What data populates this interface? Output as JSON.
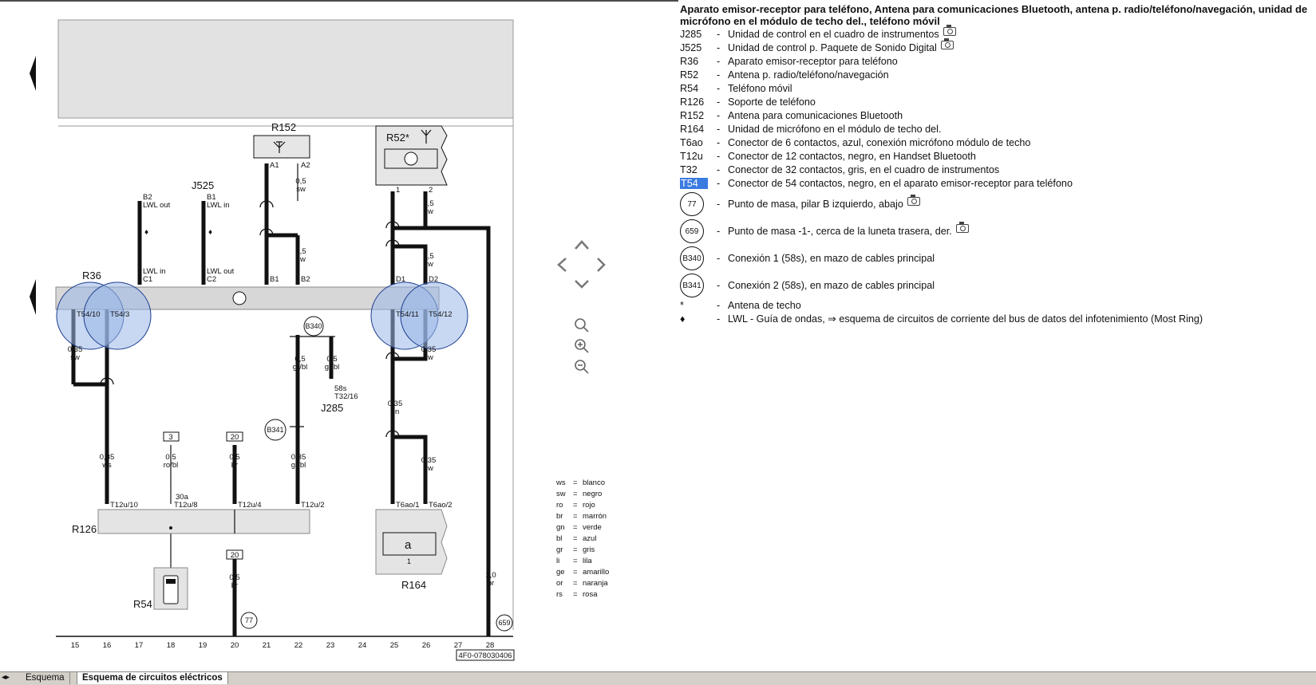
{
  "diagram": {
    "title_code": "4F0-078030406",
    "components": {
      "R36": "R36",
      "J525": "J525",
      "R152": "R152",
      "R52": "R52*",
      "J285": "J285",
      "R126": "R126",
      "R54": "R54",
      "R164": "R164"
    },
    "module_a_label": "a",
    "module_one": "1",
    "bottom_numbers": [
      "15",
      "16",
      "17",
      "18",
      "19",
      "20",
      "21",
      "22",
      "23",
      "24",
      "25",
      "26",
      "27",
      "28"
    ],
    "pins": {
      "b2_lwl_out": "B2",
      "lwl_out": "LWL out",
      "b1_lwl_in": "B1",
      "lwl_in": "LWL in",
      "lwl_in_c1": "LWL in",
      "c1": "C1",
      "lwl_out_c2": "LWL out",
      "c2": "C2",
      "a1": "A1",
      "a2": "A2",
      "b1": "B1",
      "b2": "B2",
      "d1": "D1",
      "d2": "D2",
      "r52_1": "1",
      "r52_2": "2",
      "t54_10": "T54/10",
      "t54_3": "T54/3",
      "t54_11": "T54/11",
      "t54_12": "T54/12",
      "t12u_10": "T12u/10",
      "t12u_8": "T12u/8",
      "t12u_4": "T12u/4",
      "t12u_2": "T12u/2",
      "t6ao_1": "T6ao/1",
      "t6ao_2": "T6ao/2",
      "s30a": "30a",
      "s58s": "58s",
      "t32_16": "T32/16"
    },
    "wires": {
      "w_a2": [
        "0,5",
        "sw"
      ],
      "w_b2": [
        "0,5",
        "sw"
      ],
      "w_r52_2": [
        "0,5",
        "sw"
      ],
      "w_d2": [
        "0,5",
        "sw"
      ],
      "w_t54_10": [
        "0,35",
        "sw"
      ],
      "w_t54_12": [
        "0,35",
        "sw"
      ],
      "w_b340_a": [
        "0,5",
        "gr/bl"
      ],
      "w_b340_b": [
        "0,5",
        "gr/bl"
      ],
      "w_t54_11": [
        "0,35",
        "gn"
      ],
      "w_16": [
        "0,35",
        "ws"
      ],
      "w_18": [
        "0,5",
        "ro/bl"
      ],
      "w_20": [
        "0,5",
        "br"
      ],
      "w_22": [
        "0,35",
        "gr/bl"
      ],
      "w_26": [
        "0,35",
        "sw"
      ],
      "w_20b": [
        "0,5",
        "br"
      ],
      "w_28": [
        "1,0",
        "br"
      ]
    },
    "boxes": {
      "b3": "3",
      "b20": "20",
      "b20b": "20"
    },
    "circles": {
      "b340": "B340",
      "b341": "B341",
      "g77": "77",
      "g659": "659"
    }
  },
  "color_legend": [
    [
      "ws",
      "blanco"
    ],
    [
      "sw",
      "negro"
    ],
    [
      "ro",
      "rojo"
    ],
    [
      "br",
      "marrón"
    ],
    [
      "gn",
      "verde"
    ],
    [
      "bl",
      "azul"
    ],
    [
      "gr",
      "gris"
    ],
    [
      "li",
      "lila"
    ],
    [
      "ge",
      "amarillo"
    ],
    [
      "or",
      "naranja"
    ],
    [
      "rs",
      "rosa"
    ]
  ],
  "legend": {
    "title": "Aparato emisor-receptor para teléfono, Antena para comunicaciones Bluetooth, antena p. radio/teléfono/navegación, unidad de micrófono en el módulo de techo del., teléfono móvil",
    "items": [
      {
        "code": "J285",
        "text": "Unidad de control en el cuadro de instrumentos",
        "cam": true
      },
      {
        "code": "J525",
        "text": "Unidad de control p. Paquete de Sonido Digital",
        "cam": true
      },
      {
        "code": "R36",
        "text": "Aparato emisor-receptor para teléfono"
      },
      {
        "code": "R52",
        "text": "Antena p. radio/teléfono/navegación"
      },
      {
        "code": "R54",
        "text": "Teléfono móvil"
      },
      {
        "code": "R126",
        "text": "Soporte de teléfono"
      },
      {
        "code": "R152",
        "text": "Antena para comunicaciones Bluetooth"
      },
      {
        "code": "R164",
        "text": "Unidad de micrófono en el módulo de techo del."
      },
      {
        "code": "T6ao",
        "text": "Conector de 6 contactos, azul, conexión micrófono módulo de techo"
      },
      {
        "code": "T12u",
        "text": "Conector de 12 contactos, negro, en Handset Bluetooth"
      },
      {
        "code": "T32",
        "text": "Conector de 32 contactos, gris, en el cuadro de instrumentos"
      },
      {
        "code": "T54",
        "text": "Conector de 54 contactos, negro, en el aparato emisor-receptor para teléfono",
        "selected": true
      }
    ],
    "circle_items": [
      {
        "code": "77",
        "text": "Punto de masa, pilar B izquierdo, abajo",
        "cam": true
      },
      {
        "code": "659",
        "text": "Punto de masa -1-, cerca de la luneta trasera, der.",
        "cam": true
      },
      {
        "code": "B340",
        "text": "Conexión 1 (58s), en mazo de cables principal"
      },
      {
        "code": "B341",
        "text": "Conexión 2 (58s), en mazo de cables principal"
      }
    ],
    "notes": [
      {
        "code": "*",
        "text": "Antena de techo"
      },
      {
        "code": "♦",
        "text": "LWL - Guía de ondas, ⇒ esquema de circuitos de corriente del bus de datos del infotenimiento (Most Ring)"
      }
    ]
  },
  "tabs": {
    "tab1": "Esquema",
    "tab2": "Esquema de circuitos eléctricos"
  },
  "colors": {
    "highlight": "#3a7be0",
    "lens": "#9bb8e8"
  }
}
